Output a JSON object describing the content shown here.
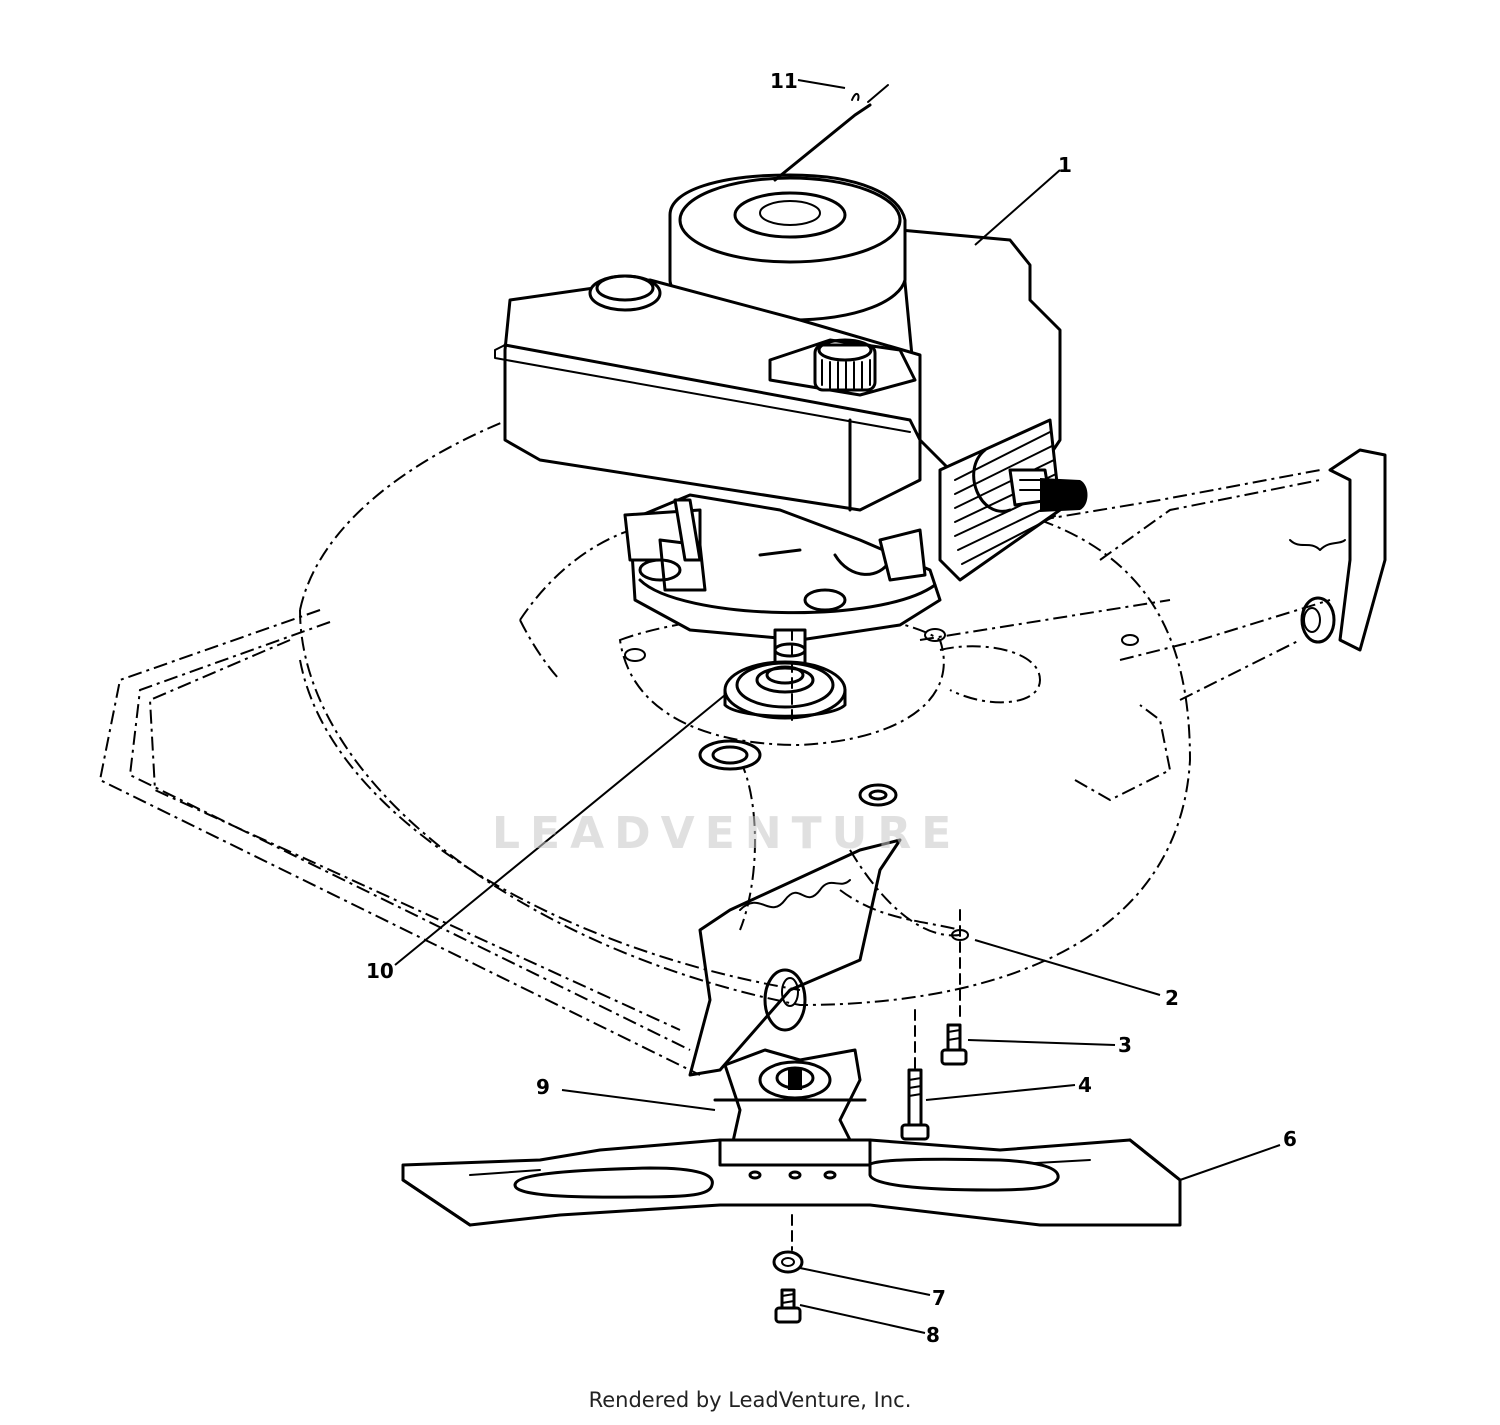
{
  "diagram": {
    "callouts": [
      "1",
      "2",
      "3",
      "4",
      "6",
      "7",
      "8",
      "9",
      "10",
      "11"
    ],
    "watermark": "LEADVENTURE"
  },
  "footer": {
    "text": "Rendered by LeadVenture, Inc."
  }
}
